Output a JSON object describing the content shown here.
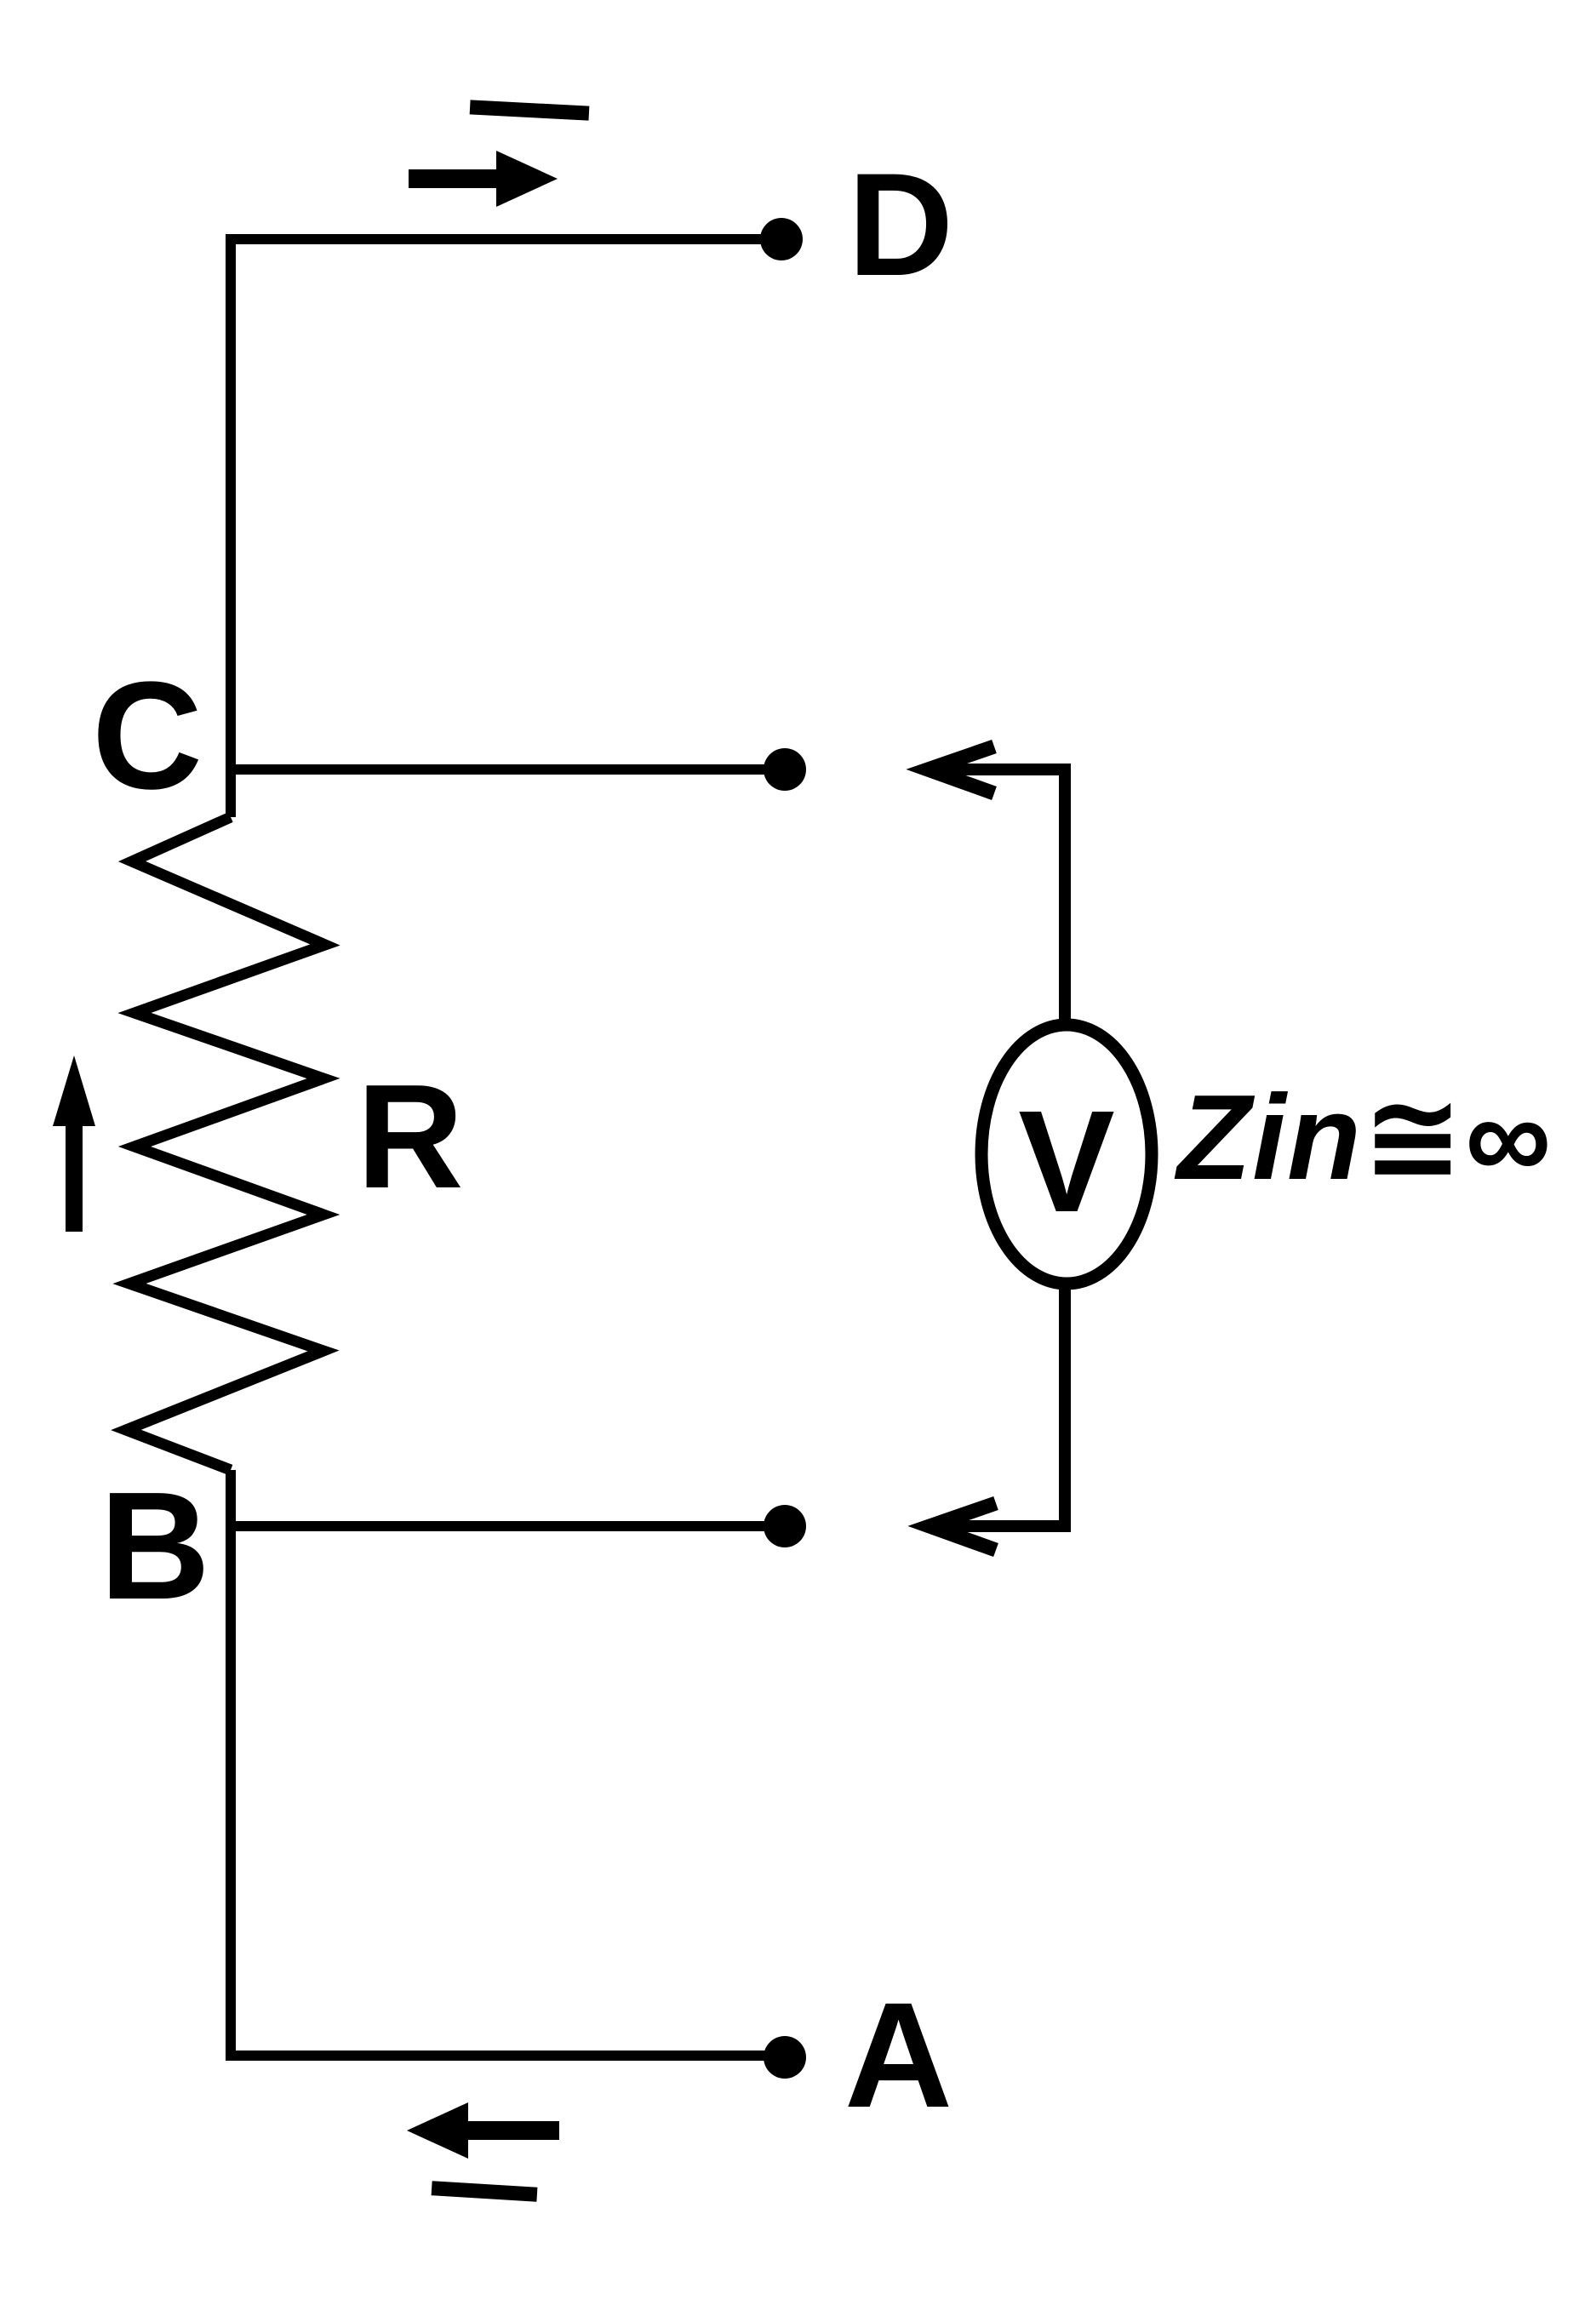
{
  "diagram": {
    "type": "circuit-schematic",
    "description_labels": {
      "terminal_d": "D",
      "terminal_c": "C",
      "terminal_b": "B",
      "terminal_a": "A",
      "resistor": "R",
      "voltmeter": "V",
      "voltmeter_impedance": "Zin≅∞"
    },
    "icons": {
      "current-in-arrow-icon": "→",
      "current-out-arrow-icon": "←",
      "current-direction-arrow-icon": "↑",
      "sense-arrowhead-upper-icon": "←",
      "sense-arrowhead-lower-icon": "←"
    },
    "colors": {
      "ink": "#000000",
      "background": "#ffffff"
    }
  }
}
